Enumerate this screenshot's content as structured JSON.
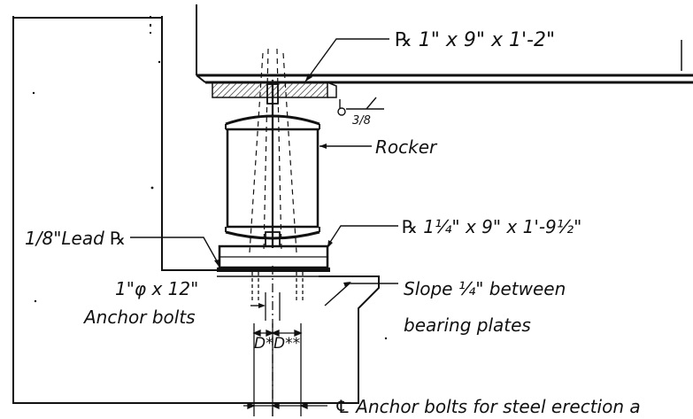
{
  "labels": {
    "top_plate": "℞ 1\" x 9\" x 1'-2\"",
    "weld_size": "3/8",
    "rocker": "Rocker",
    "lead_plate": "1/8\"Lead ℞",
    "bottom_plate": "℞ 1¼\" x 9\" x 1'-9½\"",
    "anchor_bolt_size": "1\"φ x 12\"",
    "anchor_bolts": "Anchor bolts",
    "slope_line1": "Slope ¼\" between",
    "slope_line2": "bearing plates",
    "dim_d1": "D*",
    "dim_d2": "D**",
    "centerline_note": "℄ Anchor bolts for steel erection a"
  },
  "colors": {
    "ink": "#111111",
    "paper": "#ffffff",
    "hatch": "#333333"
  }
}
